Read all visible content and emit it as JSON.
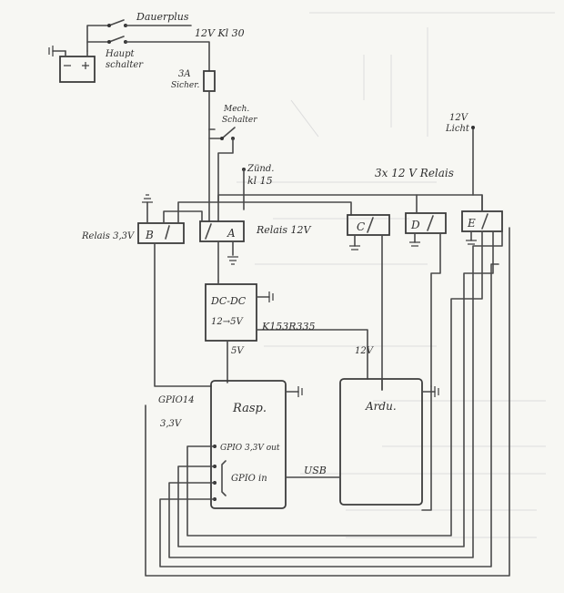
{
  "labels": {
    "dauerplus": "Dauerplus",
    "hauptschalter": "Haupt",
    "hauptschalter2": "schalter",
    "kl30": "12V Kl 30",
    "sicherung_3a": "3A",
    "sicherung": "Sicher.",
    "mech_schalter": "Mech.",
    "mech_schalter2": "Schalter",
    "zuend": "Zünd.",
    "kl15": "kl 15",
    "licht_12v": "12V",
    "licht": "Licht",
    "relais_3x": "3x 12 V Relais",
    "relais_33v": "Relais 3,3V",
    "relais_12v": "Relais 12V",
    "relay_b": "B",
    "relay_a": "A",
    "relay_c": "C",
    "relay_d": "D",
    "relay_e": "E",
    "dcdc1": "DC-DC",
    "dcdc2": "12→5V",
    "dcdc_part": "K153R335",
    "v5": "5V",
    "v12": "12V",
    "gpio14": "GPIO14",
    "v33": "3,3V",
    "rasp": "Rasp.",
    "ardu": "Ardu.",
    "gpio_out": "GPIO 3,3V out",
    "gpio_in": "GPIO in",
    "usb": "USB"
  }
}
